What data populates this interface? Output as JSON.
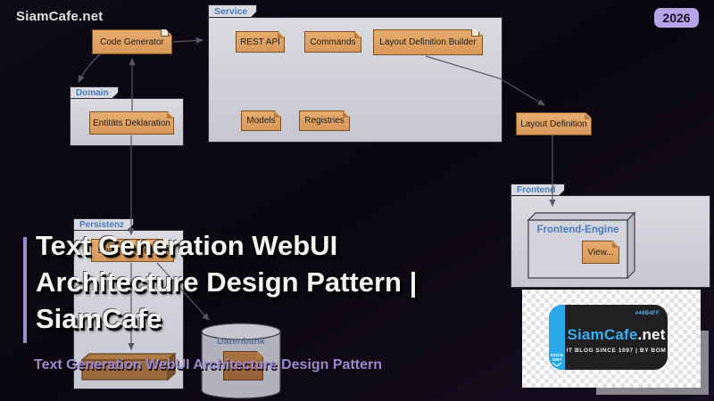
{
  "header": {
    "watermark": "SiamCafe.net",
    "year_badge": "2026"
  },
  "diagram": {
    "packages": {
      "service": "Service",
      "domain": "Domain",
      "persistenz": "Persistenz",
      "frontend": "Frontend"
    },
    "notes": {
      "code_generator": "Code Generator",
      "rest_api": "REST API",
      "commands": "Commands",
      "layout_definition_builder": "Layout Definition Builder",
      "models": "Models",
      "registries": "Registries",
      "entitaets_deklaration": "Entitäts Deklaration",
      "entity_framework": "Entity Framework",
      "layout_definition": "Layout Definition",
      "view": "View..."
    },
    "nodes": {
      "frontend_engine": "Frontend-Engine",
      "datenbank": "Datenbank"
    }
  },
  "overlay": {
    "title_line1": "Text Generation WebUI",
    "title_line2": "Architecture Design Pattern |",
    "title_line3": "SiamCafe",
    "subtitle": "Text Generation WebUI Architecture Design Pattern"
  },
  "logo_card": {
    "hex_code": "#46B4FF",
    "brand_name": "SiamCafe",
    "brand_tld": ".net",
    "tagline": "IT BLOG SINCE 1997 | BY BOM",
    "since_top": "SINCE",
    "since_bottom": "1997"
  },
  "colors": {
    "accent_purple": "#9d8cd2",
    "subtitle_purple": "#9e89d2",
    "note_orange": "#e0a466",
    "package_label_blue": "#4a7cba",
    "brand_blue": "#46B4FF",
    "badge_purple": "#b6a4e9"
  }
}
